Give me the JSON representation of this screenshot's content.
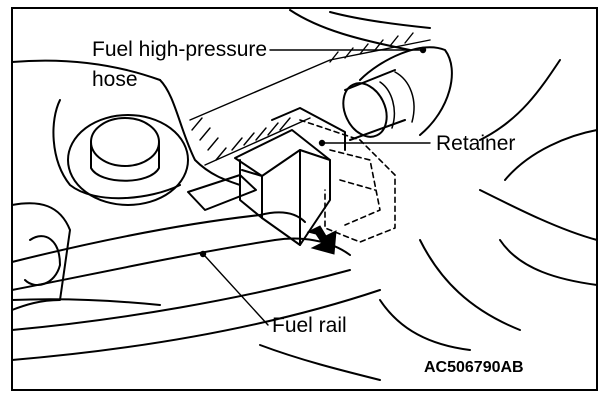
{
  "labels": {
    "fuel_hose_line1": "Fuel high-pressure",
    "fuel_hose_line2": "hose",
    "retainer": "Retainer",
    "fuel_rail": "Fuel rail"
  },
  "figure_code": "AC506790AB"
}
